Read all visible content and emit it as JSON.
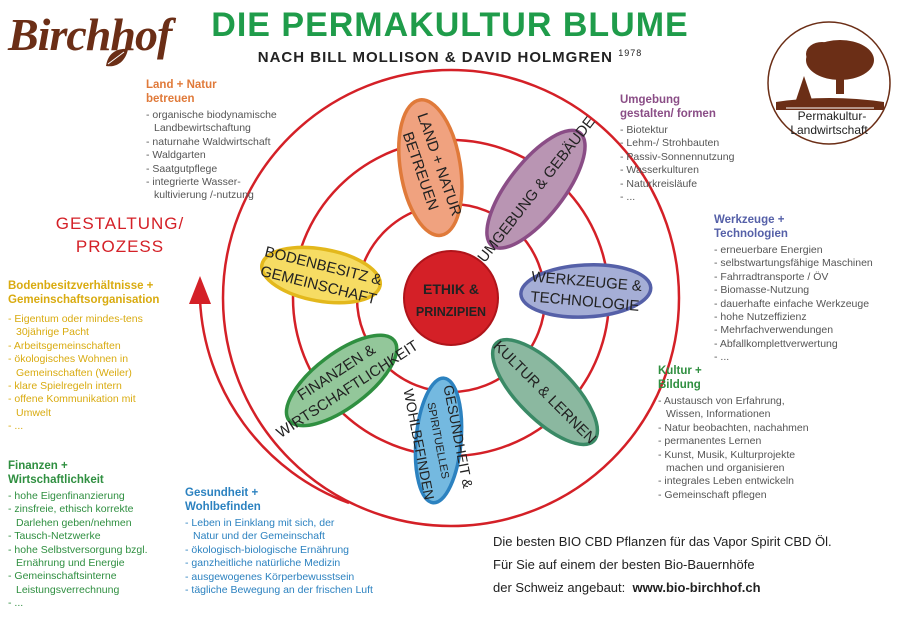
{
  "brand": {
    "logo_text": "Birchhof",
    "badge_line1": "Permakultur-",
    "badge_line2": "Landwirtschaft"
  },
  "title": "DIE PERMAKULTUR BLUME",
  "subtitle": "NACH BILL MOLLISON & DAVID HOLMGREN",
  "subtitle_year": "1978",
  "process_label": {
    "line1": "GESTALTUNG/",
    "line2": "PROZESS"
  },
  "center": {
    "line1": "ETHIK &",
    "line2": "PRINZIPIEN"
  },
  "petals": [
    {
      "lines": [
        "LAND + NATUR",
        "BETREUEN"
      ],
      "fill": "#f0a27f",
      "stroke": "#e07a3a"
    },
    {
      "lines": [
        "UMGEBUNG & GEBÄUDE"
      ],
      "fill": "#b995b3",
      "stroke": "#8a4d86"
    },
    {
      "lines": [
        "WERKZEUGE &",
        "TECHNOLOGIE"
      ],
      "fill": "#a5aed6",
      "stroke": "#5560a8"
    },
    {
      "lines": [
        "KULTUR & LERNEN"
      ],
      "fill": "#8bb8a0",
      "stroke": "#3a8a66"
    },
    {
      "lines": [
        "GESUNDHEIT &",
        "SPIRITUELLES",
        "WOHLBEFINDEN"
      ],
      "fill": "#74b9e0",
      "stroke": "#2c82c0"
    },
    {
      "lines": [
        "FINANZEN &",
        "WIRTSCHAFTLICHKEIT"
      ],
      "fill": "#93c79a",
      "stroke": "#2f8f40"
    },
    {
      "lines": [
        "BODENBESITZ &",
        "GEMEINSCHAFT"
      ],
      "fill": "#f6dc63",
      "stroke": "#e3b81c"
    }
  ],
  "colors": {
    "red": "#d42027",
    "title_green": "#1f9c4a",
    "logo_brown": "#6b2e16"
  },
  "blocks": {
    "land": {
      "heading": [
        "Land + Natur",
        "betreuen"
      ],
      "items": [
        "organische biodynamische Landbewirtschaftung",
        "naturnahe Waldwirtschaft",
        "Waldgarten",
        "Saatgutpflege",
        "integrierte Wasser-kultivierung /-nutzung"
      ]
    },
    "umgebung": {
      "heading": [
        "Umgebung",
        "gestalten/ formen"
      ],
      "items": [
        "Biotektur",
        "Lehm-/ Strohbauten",
        "Passiv-Sonnennutzung",
        "Wasserkulturen",
        "Naturkreisläufe",
        "..."
      ]
    },
    "werkzeuge": {
      "heading": [
        "Werkzeuge +",
        "Technologien"
      ],
      "items": [
        "erneuerbare Energien",
        "selbstwartungsfähige Maschinen",
        "Fahrradtransporte / ÖV",
        "Biomasse-Nutzung",
        "dauerhafte einfache Werkzeuge",
        "hohe Nutzeffizienz",
        "Mehrfachverwendungen",
        "Abfallkomplettverwertung",
        "..."
      ]
    },
    "kultur": {
      "heading": [
        "Kultur +",
        "Bildung"
      ],
      "items": [
        "Austausch von Erfahrung, Wissen, Informationen",
        "Natur beobachten, nachahmen",
        "permanentes Lernen",
        "Kunst, Musik, Kulturprojekte machen und organisieren",
        "integrales Leben entwickeln",
        "Gemeinschaft pflegen"
      ]
    },
    "gesundheit": {
      "heading": [
        "Gesundheit +",
        "Wohlbefinden"
      ],
      "items": [
        "Leben in Einklang mit sich, der Natur und der Gemeinschaft",
        "ökologisch-biologische Ernährung",
        "ganzheitliche natürliche Medizin",
        "ausgewogenes Körperbewusstsein",
        "tägliche Bewegung an der frischen Luft"
      ]
    },
    "finanzen": {
      "heading": [
        "Finanzen +",
        "Wirtschaftlichkeit"
      ],
      "items": [
        "hohe Eigenfinanzierung",
        "zinsfreie, ethisch korrekte Darlehen geben/nehmen",
        "Tausch-Netzwerke",
        "hohe Selbstversorgung bzgl. Ernährung und Energie",
        "Gemeinschaftsinterne Leistungsverrechnung",
        "..."
      ]
    },
    "boden": {
      "heading": [
        "Bodenbesitzverhältnisse +",
        "Gemeinschaftsorganisation"
      ],
      "items": [
        "Eigentum oder mindes-tens 30jährige Pacht",
        "Arbeitsgemeinschaften",
        "ökologisches Wohnen in Gemeinschaften (Weiler)",
        "klare Spielregeln intern",
        "offene Kommunikation mit Umwelt",
        "..."
      ]
    }
  },
  "footer": {
    "line1": "Die besten BIO CBD Pflanzen für das Vapor Spirit CBD Öl.",
    "line2": "Für Sie auf einem der besten Bio-Bauernhöfe",
    "line3_prefix": "der Schweiz angebaut:",
    "url": "www.bio-birchhof.ch"
  }
}
